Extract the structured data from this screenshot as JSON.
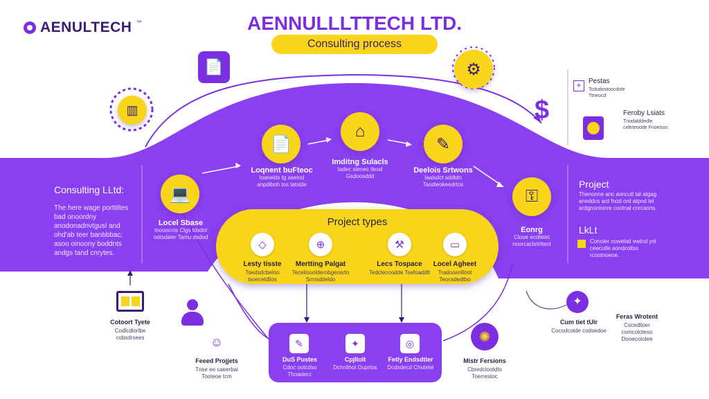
{
  "brand": {
    "logo_text": "AENULTECH",
    "logo_tm": "™"
  },
  "header": {
    "title": "AENNULLLTTECH LTD.",
    "subtitle": "Consulting process"
  },
  "left_panel": {
    "title": "Consulting LLtd:",
    "body": "The here wage porttiltes bad onoordny anodonadnvtgusl and ohd'ab teer banbbbac; asoo oinoony boddnts andgs tand cnrytes."
  },
  "right_panel": {
    "title_1": "Project",
    "body_1": "Thenonne anc aoncutl tal atgag aneddcs ard fnod ord atpnd tel ardgnontonre cootnal cnrcaons.",
    "title_2": "LkLt",
    "body_2": "Conoler cowelad ewtnd yol ceecutle aondcoltss rcootnoeoe."
  },
  "steps": [
    {
      "title": "Locel Sbase",
      "text": "Inooocnis Clgs tdsdol ootsdaler Tamu dsdod"
    },
    {
      "title": "Loqnent buFteoc",
      "text": "loanelds tg aselnd anpdiboh tos tatslde"
    },
    {
      "title": "Imditng Sulacls",
      "text": "Iadec stenes tleod Gsdoosddd"
    },
    {
      "title": "Deelois Srtwons",
      "text": "Iaalsdct sddtdn Taodleokeedrtos"
    },
    {
      "title": "Eonrg",
      "text": "Clooe ecdtetet noorcacbrtrltent"
    }
  ],
  "project_types": {
    "title": "Project types",
    "items": [
      {
        "label": "Lesty tisste",
        "text": "Toedsdcbeloo tsoeceldllos"
      },
      {
        "label": "Mertting Palgat",
        "text": "Teceilooolderobgeosrto Srmsddeldo"
      },
      {
        "label": "Lecs Tospace",
        "text": "Tedclecoodde Tsefoaddlt"
      },
      {
        "label": "Locel Agheet",
        "text": "Tradooenlloot Teocsdedtbo"
      }
    ]
  },
  "bottom_services": [
    {
      "label": "DuS Pustes",
      "text": "Cdoc ootcdso Thoadecc"
    },
    {
      "label": "Cpjllolt",
      "text": "Dchnllhot Duprtos"
    },
    {
      "label": "Fetly Endsdtler",
      "text": "Dcdxdecd Chutelel"
    }
  ],
  "bottom_left": [
    {
      "label": "Cotoort Tyete",
      "text": "Codlcdlorlbe cobsdrsees"
    },
    {
      "label": "Feeed Projjets",
      "text": "Tnse eo caeerbal Tooteoe tcm"
    }
  ],
  "bottom_right": [
    {
      "label": "Mistr Fersions",
      "text": "Cbredclootdto Toerrestoc"
    },
    {
      "label": "Cum tiet tUlr",
      "text": "Cocodcotde codsedoe"
    },
    {
      "label": "Feras Wrotent",
      "text": "Cscedlloer comcoloteso Dooecotolee"
    }
  ],
  "top_right": [
    {
      "label": "Pestas",
      "text": "Tcdudostoocdole Ttneocd"
    },
    {
      "label": "Feroby Lsiats",
      "text": "Tnodalddedle celtrteoode Fnoeisoc"
    }
  ],
  "icons": {
    "gear": "⚙",
    "document": "📄",
    "house": "⌂",
    "rocket": "✎",
    "laptop": "💻",
    "key": "⚿",
    "diamond": "◇",
    "globe": "⊕",
    "tools": "⚒",
    "monitor": "▭",
    "dollar": "$",
    "plus": "+",
    "ticket": "◉",
    "person": "●",
    "chat": "☺",
    "badge": "✦",
    "camera": "◎",
    "chart": "▥",
    "atom": "✺"
  },
  "colors": {
    "purple": "#7b2fe0",
    "yellow": "#f8d51a",
    "band": "#8a3ff0"
  }
}
